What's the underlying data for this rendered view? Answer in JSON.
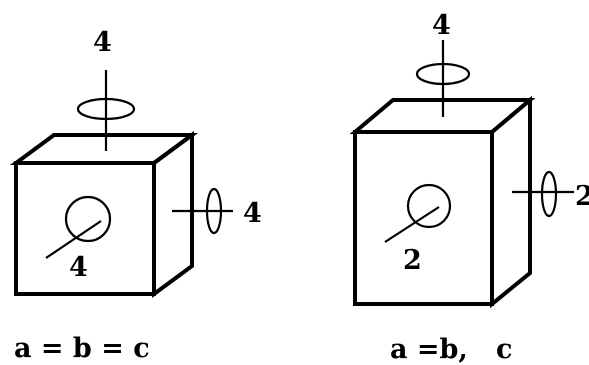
{
  "figures": [
    {
      "top_axis_label": "4",
      "right_axis_label": "4",
      "front_axis_label": "4",
      "caption": "a = b = c"
    },
    {
      "top_axis_label": "4",
      "right_axis_label": "2",
      "front_axis_label": "2",
      "caption": "a =b,   c"
    }
  ]
}
